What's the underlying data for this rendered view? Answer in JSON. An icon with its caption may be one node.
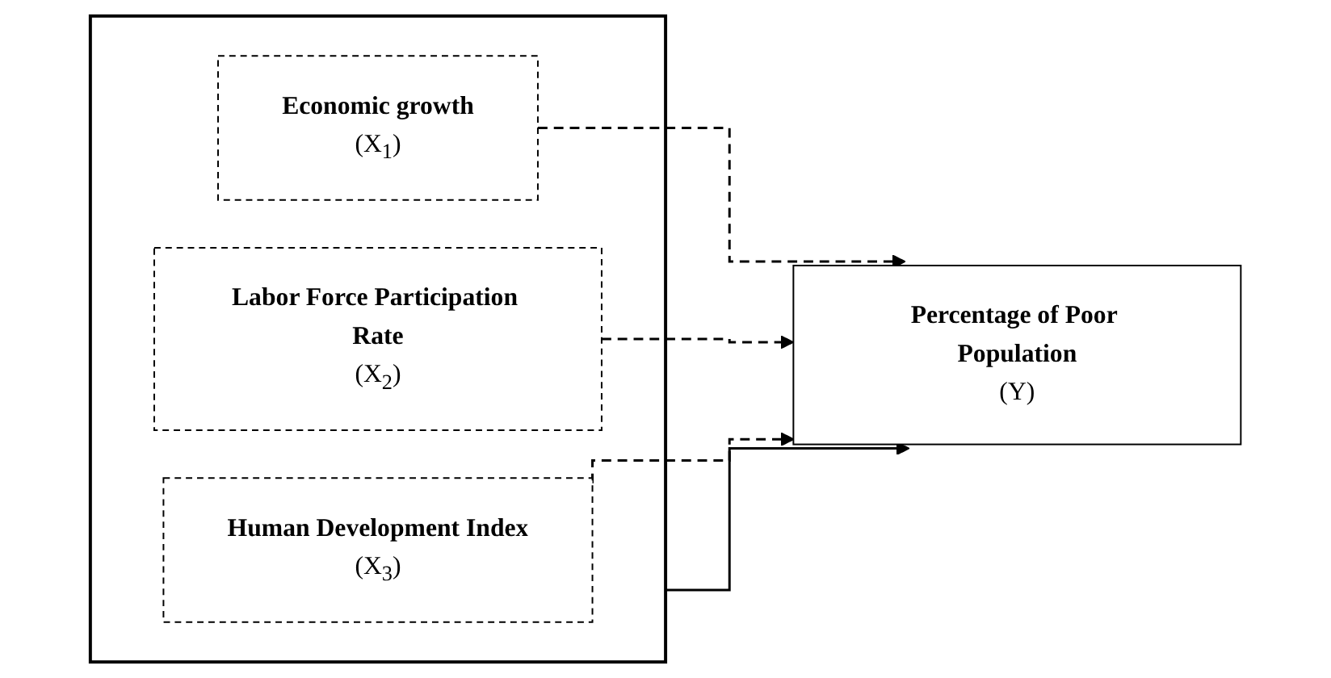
{
  "diagram": {
    "nodes": [
      {
        "text": [],
        "shape": "box"
      },
      {
        "text": [
          "Economic growth",
          "(X$_{1}$)"
        ],
        "in": 0
      },
      {
        "text": [
          "Labor Force Participation Rate",
          "(X$_{2}$)"
        ],
        "in": 0
      },
      {
        "text": [
          "Human Development Index",
          "(X$_{3}$)"
        ],
        "in": 0
      },
      {
        "text": [
          "Percentage of Poor Population",
          "(Y)"
        ]
      }
    ],
    "edges": [
      {
        "from": 1,
        "to": 4,
        "arrow": "to",
        "style": "dashed"
      },
      {
        "from": 0,
        "to": 4,
        "arrow": "to"
      },
      {
        "from": 2,
        "to": 4,
        "arrow": "to",
        "style": "dashed"
      },
      {
        "from": 3,
        "to": 4,
        "arrow": "to",
        "style": "dashed"
      }
    ]
  }
}
